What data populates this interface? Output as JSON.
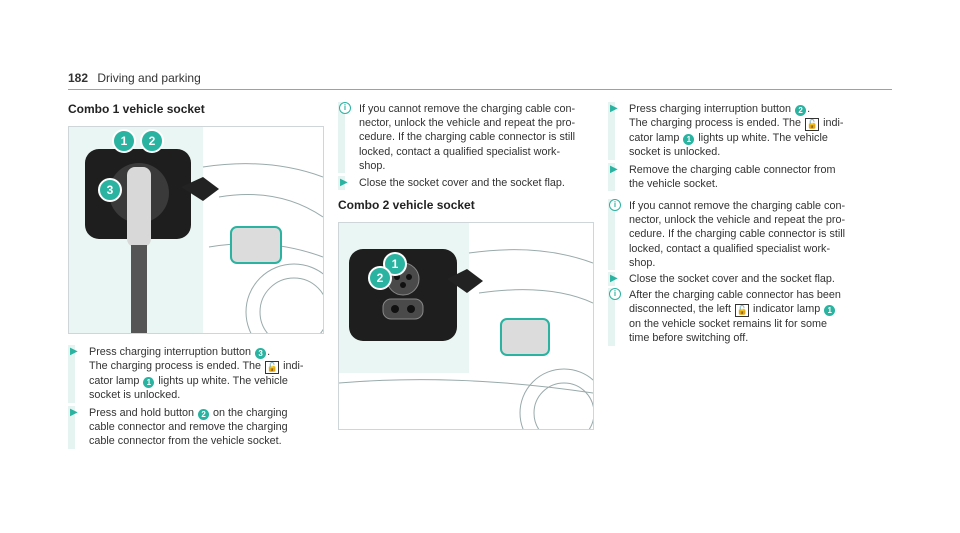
{
  "header": {
    "page_number": "182",
    "section": "Driving and parking"
  },
  "combo1": {
    "title": "Combo 1 vehicle socket",
    "callouts": [
      "1",
      "2",
      "3"
    ]
  },
  "combo2": {
    "title": "Combo 2 vehicle socket",
    "callouts": [
      "1",
      "2"
    ]
  },
  "col1": {
    "step1": {
      "a": "Press charging interruption button",
      "b": "3",
      "c": ".",
      "d": "The charging process is ended. The",
      "e": "indi-",
      "f": "cator lamp",
      "g": "1",
      "h": "lights up white. The vehicle",
      "i": "socket is unlocked."
    },
    "step2": {
      "a": "Press and hold button",
      "b": "2",
      "c": "on the charging",
      "d": "cable connector and remove the charging",
      "e": "cable connector from the vehicle socket."
    }
  },
  "col2": {
    "note1": [
      "If you cannot remove the charging cable con-",
      "nector, unlock the vehicle and repeat the pro-",
      "cedure. If the charging cable connector is still",
      "locked, contact a qualified specialist work-",
      "shop."
    ],
    "step1": "Close the socket cover and the socket flap."
  },
  "col3": {
    "step1": {
      "a": "Press charging interruption button",
      "b": "2",
      "c": ".",
      "d": "The charging process is ended. The",
      "e": "indi-",
      "f": "cator lamp",
      "g": "1",
      "h": "lights up white. The vehicle",
      "i": "socket is unlocked."
    },
    "step2": [
      "Remove the charging cable connector from",
      "the vehicle socket."
    ],
    "note1": [
      "If you cannot remove the charging cable con-",
      "nector, unlock the vehicle and repeat the pro-",
      "cedure. If the charging cable connector is still",
      "locked, contact a qualified specialist work-",
      "shop."
    ],
    "step3": "Close the socket cover and the socket flap.",
    "note2": {
      "a": "After the charging cable connector has been",
      "b": "disconnected, the left",
      "c": "indicator lamp",
      "d": "1",
      "e": "on the vehicle socket remains lit for some",
      "f": "time before switching off."
    }
  },
  "colors": {
    "accent": "#2ab3a0",
    "rule": "#8fa6ad",
    "bar": "#e6f4f1"
  },
  "icons": {
    "step": "triangle-right-icon",
    "note": "info-icon",
    "lamp": "unlock-lamp-icon"
  }
}
